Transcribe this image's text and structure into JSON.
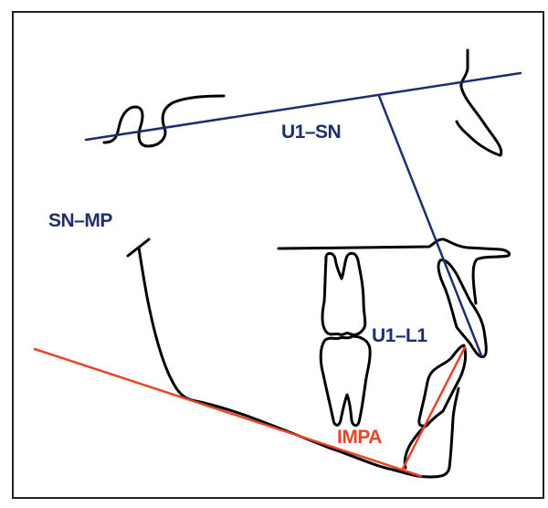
{
  "labels": {
    "u1_sn": "U1–SN",
    "sn_mp": "SN–MP",
    "u1_l1": "U1–L1",
    "impa": "IMPA"
  },
  "colors": {
    "reference_lines": "#1f2d6e",
    "mandibular_lines": "#e8442a",
    "outline": "#000000"
  }
}
